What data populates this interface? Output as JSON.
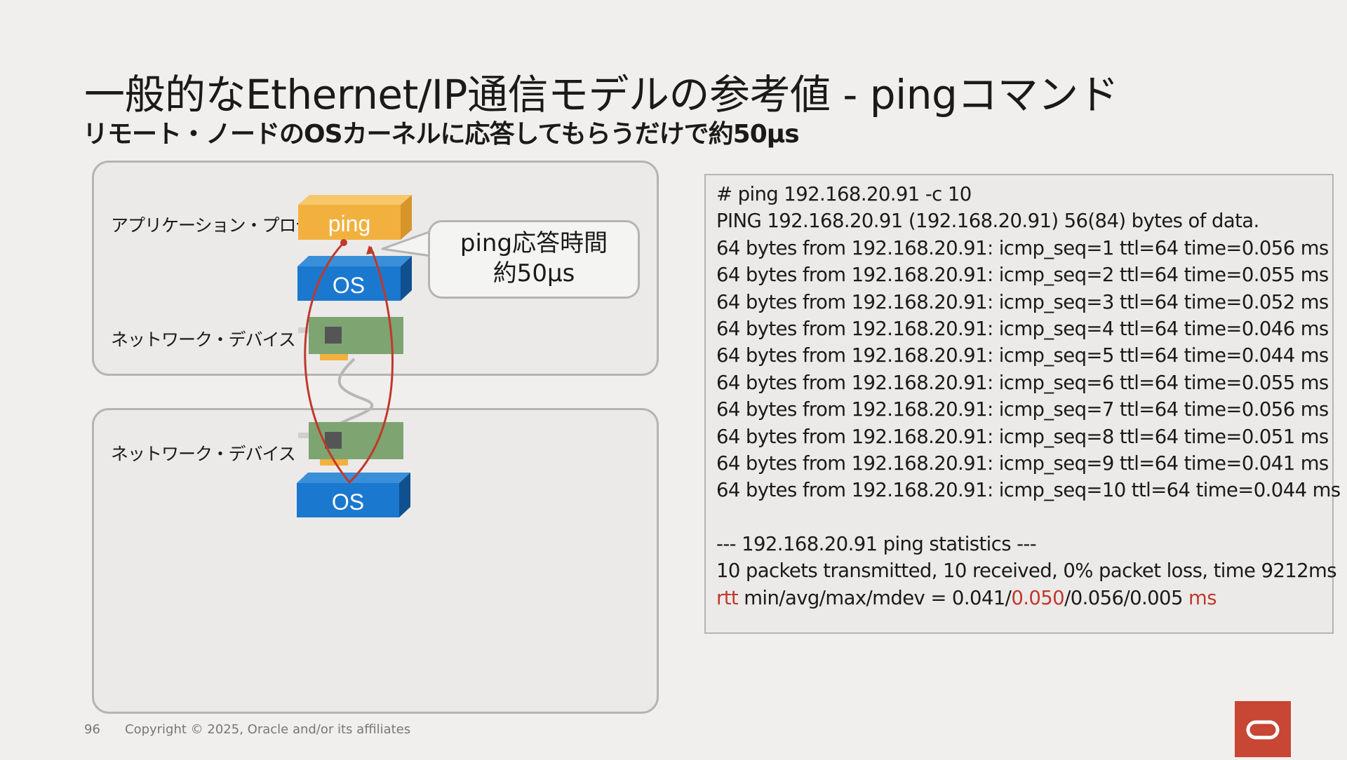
{
  "slide": {
    "title": "一般的なEthernet/IP通信モデルの参考値 - pingコマンド",
    "subtitle": "リモート・ノードのOSカーネルに応答してもらうだけで約50μs",
    "page_number": "96",
    "copyright": "Copyright © 2025, Oracle and/or its affiliates"
  },
  "diagram": {
    "labels": {
      "application_process": "アプリケーション・プロセス",
      "network_device_top": "ネットワーク・デバイス",
      "network_device_bottom": "ネットワーク・デバイス"
    },
    "blocks": {
      "ping": "ping",
      "os_top": "OS",
      "os_bottom": "OS"
    },
    "callout": {
      "line1": "ping応答時間",
      "line2": "約50μs"
    }
  },
  "terminal": {
    "command": "# ping 192.168.20.91 -c 10",
    "header": "PING 192.168.20.91 (192.168.20.91) 56(84) bytes of data.",
    "replies": [
      "64 bytes from 192.168.20.91: icmp_seq=1 ttl=64 time=0.056 ms",
      "64 bytes from 192.168.20.91: icmp_seq=2 ttl=64 time=0.055 ms",
      "64 bytes from 192.168.20.91: icmp_seq=3 ttl=64 time=0.052 ms",
      "64 bytes from 192.168.20.91: icmp_seq=4 ttl=64 time=0.046 ms",
      "64 bytes from 192.168.20.91: icmp_seq=5 ttl=64 time=0.044 ms",
      "64 bytes from 192.168.20.91: icmp_seq=6 ttl=64 time=0.055 ms",
      "64 bytes from 192.168.20.91: icmp_seq=7 ttl=64 time=0.056 ms",
      "64 bytes from 192.168.20.91: icmp_seq=8 ttl=64 time=0.051 ms",
      "64 bytes from 192.168.20.91: icmp_seq=9 ttl=64 time=0.041 ms",
      "64 bytes from 192.168.20.91: icmp_seq=10 ttl=64 time=0.044 ms"
    ],
    "stats_header": "--- 192.168.20.91 ping statistics ---",
    "stats_packets": "10 packets transmitted, 10 received, 0% packet loss, time 9212ms",
    "rtt": {
      "prefix": "rtt",
      "label": " min/avg/max/mdev = 0.041/",
      "avg": "0.050",
      "rest": "/0.056/0.005 ",
      "unit": "ms"
    }
  },
  "colors": {
    "ping_block": "#f2b13e",
    "os_block": "#1a78cf",
    "nic_board": "#7ea472",
    "path_arrow": "#c0392b",
    "oracle_red": "#c74634"
  }
}
